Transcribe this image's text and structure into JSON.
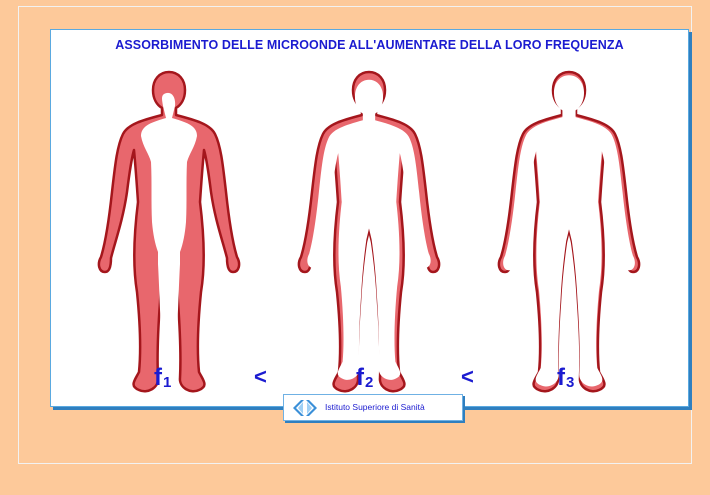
{
  "title": "ASSORBIMENTO DELLE MICROONDE ALL'AUMENTARE DELLA LORO FREQUENZA",
  "figures": [
    {
      "label": "f",
      "subscript": "1",
      "absorption_level": "high"
    },
    {
      "label": "f",
      "subscript": "2",
      "absorption_level": "medium"
    },
    {
      "label": "f",
      "subscript": "3",
      "absorption_level": "low"
    }
  ],
  "comparators": [
    "<",
    "<"
  ],
  "logo": {
    "text": "Istituto Superiore di Sanità"
  },
  "colors": {
    "background": "#fdc99a",
    "panel": "#ffffff",
    "panel_border": "#5aa9e0",
    "title_text": "#1b1bd0",
    "absorption_fill": "#e8676d",
    "body_outline": "#a4161c"
  }
}
